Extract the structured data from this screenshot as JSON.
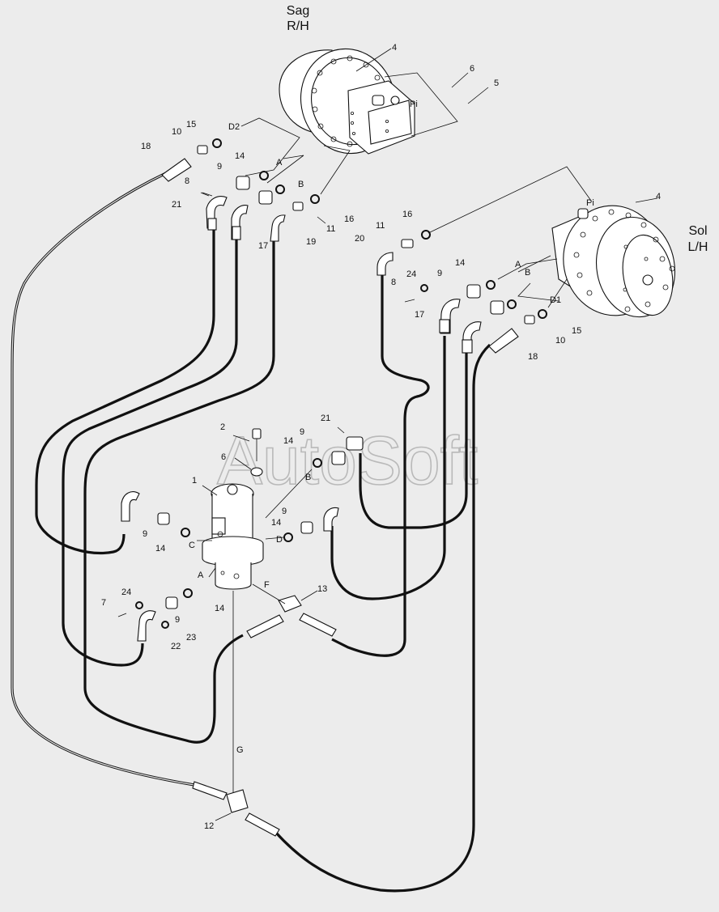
{
  "watermark": "AutoSoft",
  "motor_right_title": [
    "Sag",
    "R/H"
  ],
  "motor_left_title": [
    "Sol",
    "L/H"
  ],
  "port_letters": {
    "A": "A",
    "B": "B",
    "C": "C",
    "D": "D",
    "F": "F",
    "G": "G",
    "D1": "D1",
    "D2": "D2",
    "Pi": "Pi"
  },
  "part_numbers": {
    "p1": "1",
    "p2": "2",
    "p4": "4",
    "p5": "5",
    "p6": "6",
    "p7": "7",
    "p8": "8",
    "p9": "9",
    "p10": "10",
    "p11": "11",
    "p12": "12",
    "p13": "13",
    "p14": "14",
    "p15": "15",
    "p16": "16",
    "p17": "17",
    "p18": "18",
    "p19": "19",
    "p20": "20",
    "p21": "21",
    "p22": "22",
    "p23": "23",
    "p24": "24"
  }
}
